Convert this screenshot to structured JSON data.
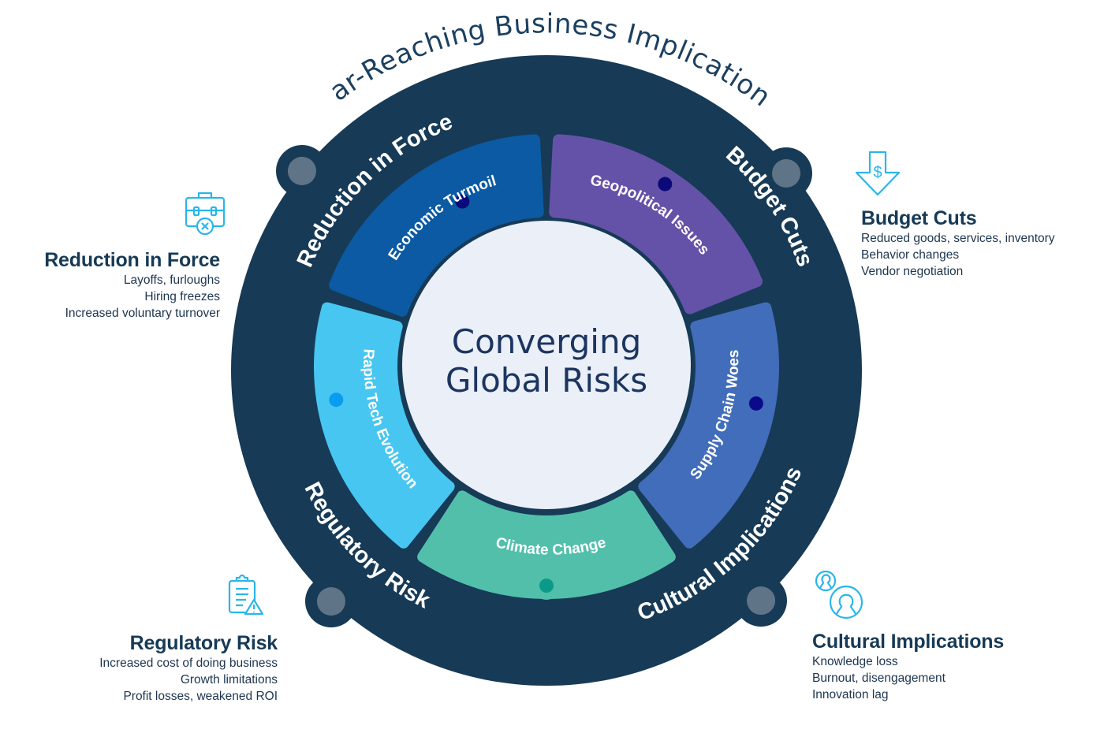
{
  "diagram": {
    "arc_title": "Far-Reaching Business Implications",
    "center": {
      "line1": "Converging",
      "line2": "Global Risks"
    },
    "colors": {
      "outer_ring": "#173a56",
      "center_fill": "#eaeff8",
      "knob": "#5f7486",
      "arc_title": "#1c4060",
      "text_dark": "#173a56",
      "icon_accent": "#29b6ea"
    },
    "outer_labels": [
      {
        "id": "reduction-in-force",
        "label": "Reduction  in Force"
      },
      {
        "id": "budget-cuts",
        "label": "Budget Cuts"
      },
      {
        "id": "cultural-implications",
        "label": "Cultural Implications"
      },
      {
        "id": "regulatory-risk",
        "label": "Regulatory Risk"
      }
    ],
    "segments": [
      {
        "id": "economic-turmoil",
        "label": "Economic Turmoil",
        "color": "#0b5aa3",
        "dot_color": "#0a0a7a"
      },
      {
        "id": "geopolitical-issues",
        "label": "Geopolitical Issues",
        "color": "#6452a8",
        "dot_color": "#0a0a7a"
      },
      {
        "id": "supply-chain-woes",
        "label": "Supply Chain Woes",
        "color": "#426dba",
        "dot_color": "#0a0a8a"
      },
      {
        "id": "climate-change",
        "label": "Climate Change",
        "color": "#52bfab",
        "dot_color": "#0a9a88"
      },
      {
        "id": "rapid-tech-evolution",
        "label": "Rapid Tech Evolution",
        "color": "#47c6f1",
        "dot_color": "#0a9cf0"
      }
    ]
  },
  "side_blocks": {
    "reduction_in_force": {
      "icon": "briefcase-x-icon",
      "title": "Reduction in Force",
      "lines": [
        "Layoffs, furloughs",
        "Hiring freezes",
        "Increased voluntary turnover"
      ]
    },
    "budget_cuts": {
      "icon": "down-arrow-dollar-icon",
      "title": "Budget Cuts",
      "lines": [
        "Reduced goods, services, inventory",
        "Behavior changes",
        "Vendor negotiation"
      ]
    },
    "regulatory_risk": {
      "icon": "clipboard-warning-icon",
      "title": "Regulatory Risk",
      "lines": [
        "Increased cost of doing business",
        "Growth limitations",
        "Profit losses, weakened ROI"
      ]
    },
    "cultural_implications": {
      "icon": "people-icon",
      "title": "Cultural Implications",
      "lines": [
        "Knowledge loss",
        "Burnout, disengagement",
        "Innovation lag"
      ]
    }
  }
}
